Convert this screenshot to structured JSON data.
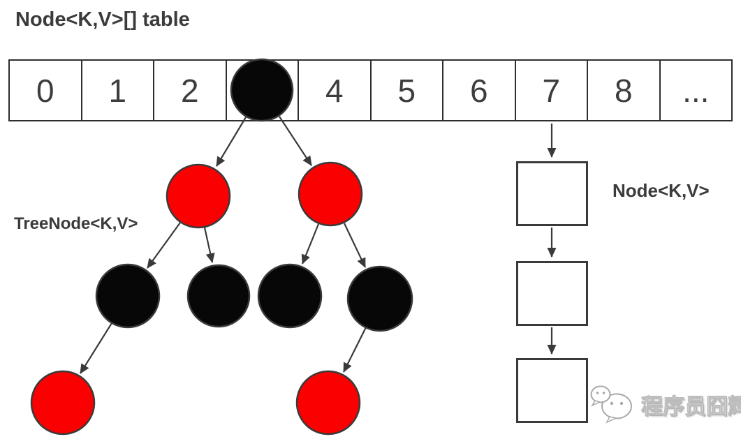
{
  "title": "Node<K,V>[] table",
  "array": {
    "cells": [
      "0",
      "1",
      "2",
      "",
      "4",
      "5",
      "6",
      "7",
      "8",
      "..."
    ],
    "tree_bucket_index": "3",
    "list_bucket_index": "7"
  },
  "labels": {
    "treenode": "TreeNode<K,V>",
    "node": "Node<K,V>"
  },
  "watermark": {
    "text": "程序员囧辉",
    "icon": "wechat-icon"
  },
  "colors": {
    "red": "#fb0000",
    "black": "#070707",
    "stroke": "#3a3a3a",
    "text": "#3b3b3b"
  },
  "tree": {
    "nodes": {
      "root": {
        "color": "black",
        "level": 1
      },
      "red-left": {
        "color": "red",
        "level": 2
      },
      "red-right": {
        "color": "red",
        "level": 2
      },
      "black-1": {
        "color": "black",
        "level": 3
      },
      "black-2": {
        "color": "black",
        "level": 3
      },
      "black-3": {
        "color": "black",
        "level": 3
      },
      "black-4": {
        "color": "black",
        "level": 3
      },
      "red-bottom-left": {
        "color": "red",
        "level": 4
      },
      "red-bottom-right": {
        "color": "red",
        "level": 4
      }
    },
    "edges": [
      "root->red-left",
      "root->red-right",
      "red-left->black-1",
      "red-left->black-2",
      "red-right->black-3",
      "red-right->black-4",
      "black-1->red-bottom-left",
      "black-4->red-bottom-right"
    ]
  },
  "linked_list": {
    "boxes": 3,
    "edges": [
      "table[7]->box-1",
      "box-1->box-2",
      "box-2->box-3"
    ]
  }
}
